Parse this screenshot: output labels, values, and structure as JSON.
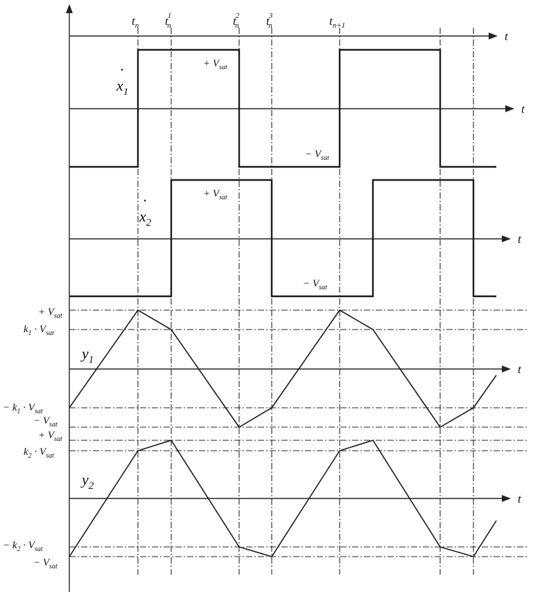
{
  "time_label": "t",
  "time_instants": [
    {
      "key": "tn",
      "base": "t",
      "sub": "n",
      "sup": ""
    },
    {
      "key": "tn1",
      "base": "t",
      "sub": "n",
      "sup": "1"
    },
    {
      "key": "tn2",
      "base": "t",
      "sub": "n",
      "sup": "2"
    },
    {
      "key": "tn3",
      "base": "t",
      "sub": "n",
      "sup": "3"
    },
    {
      "key": "tnp1",
      "base": "t",
      "sub": "n+1",
      "sup": ""
    }
  ],
  "signals": {
    "x1": {
      "base": "x",
      "sub": "1",
      "dot": "·"
    },
    "x2": {
      "base": "x",
      "sub": "2",
      "dot": "·"
    },
    "y1": {
      "base": "y",
      "sub": "1"
    },
    "y2": {
      "base": "y",
      "sub": "2"
    }
  },
  "levels": {
    "pos_vsat": {
      "prefix": "+ V",
      "sub": "sat"
    },
    "neg_vsat": {
      "prefix": "− V",
      "sub": "sat"
    },
    "x1_pos": {
      "prefix": "+ V",
      "sub": "sat"
    },
    "x1_neg": {
      "prefix": "− V",
      "sub": "sat"
    },
    "x2_pos": {
      "prefix": "+ V",
      "sub": "sat"
    },
    "x2_neg": {
      "prefix": "− V",
      "sub": "sat"
    },
    "y1_k_pos": {
      "prefix": "k",
      "ksub": "1",
      "mid": " · V",
      "sub": "sat"
    },
    "y1_k_neg": {
      "prefix": "− k",
      "ksub": "1",
      "mid": " · V",
      "sub": "sat"
    },
    "y2_k_pos": {
      "prefix": "k",
      "ksub": "2",
      "mid": " · V",
      "sub": "sat"
    },
    "y2_k_neg": {
      "prefix": "− k",
      "ksub": "2",
      "mid": " · V",
      "sub": "sat"
    }
  },
  "waveforms": {
    "x1": {
      "type": "square",
      "segments": [
        {
          "from": "start",
          "to": "tn",
          "level": "-Vsat"
        },
        {
          "from": "tn",
          "to": "tn2",
          "level": "+Vsat"
        },
        {
          "from": "tn2",
          "to": "tnp1",
          "level": "-Vsat"
        },
        {
          "from": "tnp1",
          "to": "tnp1+tn2-tn",
          "level": "+Vsat"
        },
        {
          "from": "tnp1+tn2-tn",
          "to": "end",
          "level": "-Vsat"
        }
      ]
    },
    "x2": {
      "type": "square",
      "segments": [
        {
          "from": "start",
          "to": "tn1",
          "level": "-Vsat"
        },
        {
          "from": "tn1",
          "to": "tn3",
          "level": "+Vsat"
        },
        {
          "from": "tn3",
          "to": "tnp1+tn1-tn",
          "level": "-Vsat"
        },
        {
          "from": "tnp1+tn1-tn",
          "to": "tnp1+tn3-tn",
          "level": "+Vsat"
        },
        {
          "from": "tnp1+tn3-tn",
          "to": "end",
          "level": "-Vsat"
        }
      ]
    },
    "y1": {
      "type": "piecewise-linear",
      "levels": [
        "+Vsat",
        "k1·Vsat",
        "-k1·Vsat",
        "-Vsat"
      ]
    },
    "y2": {
      "type": "piecewise-linear",
      "levels": [
        "+Vsat",
        "k2·Vsat",
        "-k2·Vsat",
        "-Vsat"
      ]
    }
  }
}
